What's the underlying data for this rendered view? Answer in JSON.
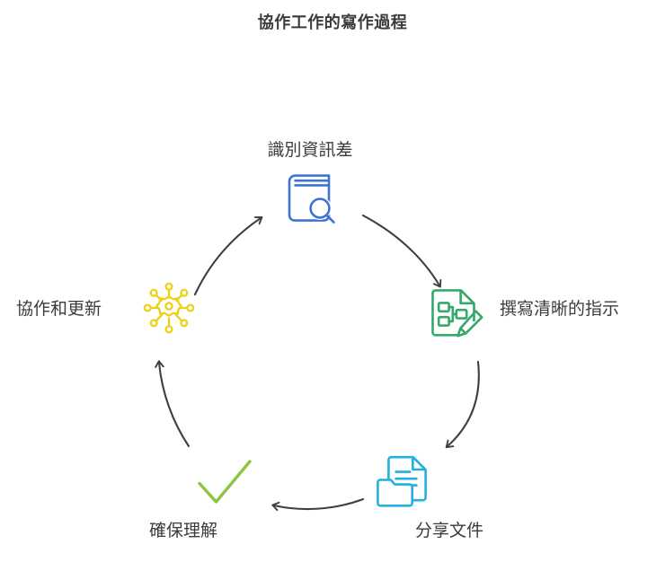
{
  "title": "協作工作的寫作過程",
  "colors": {
    "title_text": "#3b3b3b",
    "label_text": "#3b3b3b",
    "arrow": "#3f3f3f",
    "background": "#ffffff",
    "step_identify_blue": "#3f74d0",
    "step_write_green": "#35a96a",
    "step_share_cyan": "#22b0e0",
    "step_confirm_green": "#8cc63e",
    "step_collab_yellow": "#ecd114"
  },
  "chart_data": {
    "type": "diagram",
    "diagram_kind": "cycle",
    "title": "協作工作的寫作過程",
    "direction": "clockwise",
    "step_count": 5,
    "steps": [
      {
        "index": 1,
        "label": "識別資訊差",
        "icon": "book-search-icon",
        "color": "#3f74d0",
        "position": "top",
        "label_position": "above-icon"
      },
      {
        "index": 2,
        "label": "撰寫清晰的指示",
        "icon": "document-pencil-icon",
        "color": "#35a96a",
        "position": "right",
        "label_position": "right-of-icon"
      },
      {
        "index": 3,
        "label": "分享文件",
        "icon": "document-folder-icon",
        "color": "#22b0e0",
        "position": "bottom-right",
        "label_position": "below-icon"
      },
      {
        "index": 4,
        "label": "確保理解",
        "icon": "checkmark-icon",
        "color": "#8cc63e",
        "position": "bottom-left",
        "label_position": "below-icon"
      },
      {
        "index": 5,
        "label": "協作和更新",
        "icon": "network-hub-icon",
        "color": "#ecd114",
        "position": "left",
        "label_position": "left-of-icon"
      }
    ],
    "connectors": [
      {
        "from": "識別資訊差",
        "to": "撰寫清晰的指示",
        "style": "curved-arrow"
      },
      {
        "from": "撰寫清晰的指示",
        "to": "分享文件",
        "style": "curved-arrow"
      },
      {
        "from": "分享文件",
        "to": "確保理解",
        "style": "curved-arrow"
      },
      {
        "from": "確保理解",
        "to": "協作和更新",
        "style": "curved-arrow"
      },
      {
        "from": "協作和更新",
        "to": "識別資訊差",
        "style": "curved-arrow"
      }
    ]
  },
  "icons": {
    "book": "book-search-icon",
    "doc_pen": "document-pencil-icon",
    "doc_fold": "document-folder-icon",
    "check": "checkmark-icon",
    "network": "network-hub-icon"
  }
}
